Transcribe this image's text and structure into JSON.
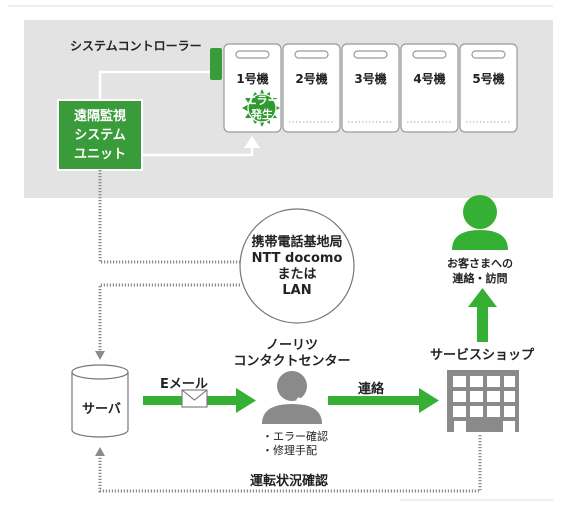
{
  "controller_label": "システムコントローラー",
  "units": [
    {
      "label": "1号機"
    },
    {
      "label": "2号機"
    },
    {
      "label": "3号機"
    },
    {
      "label": "4号機"
    },
    {
      "label": "5号機"
    }
  ],
  "error_badge": {
    "line1": "エラー",
    "line2": "発生"
  },
  "monitor_unit": {
    "line1": "遠隔監視",
    "line2": "システム",
    "line3": "ユニット"
  },
  "network": {
    "line1": "携帯電話基地局",
    "line2": "NTT docomo",
    "line3": "または",
    "line4": "LAN"
  },
  "server_label": "サーバ",
  "email_label": "Eメール",
  "contact_center": {
    "line1": "ノーリツ",
    "line2": "コンタクトセンター"
  },
  "contact_tasks": {
    "line1": "・エラー確認",
    "line2": "・修理手配"
  },
  "contact_label": "連絡",
  "service_shop_label": "サービスショップ",
  "customer": {
    "line1": "お客さまへの",
    "line2": "連絡・訪問"
  },
  "status_check_label": "運転状況確認",
  "colors": {
    "green": "#3a9b3a",
    "bright_green": "#35b035",
    "panel_gray": "#e3e3e3",
    "dot_gray": "#8a8a8a"
  }
}
